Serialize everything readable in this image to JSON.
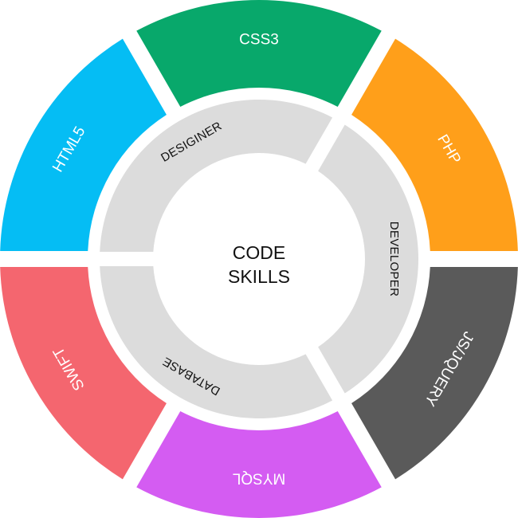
{
  "center": {
    "line1": "CODE",
    "line2": "SKILLS"
  },
  "outer_ring": [
    {
      "label": "CSS3",
      "color": "#08A86B"
    },
    {
      "label": "PHP",
      "color": "#FF9F1A"
    },
    {
      "label": "JS/JQUERY",
      "color": "#5A5A5A"
    },
    {
      "label": "MYSQL",
      "color": "#D45CF2"
    },
    {
      "label": "SWIFT",
      "color": "#F4666F"
    },
    {
      "label": "HTML5",
      "color": "#05BDF4"
    }
  ],
  "inner_ring": [
    {
      "label": "DESIGINER",
      "color": "#DCDCDC"
    },
    {
      "label": "DEVELOPER",
      "color": "#DCDCDC"
    },
    {
      "label": "DATABASE",
      "color": "#DCDCDC"
    }
  ]
}
